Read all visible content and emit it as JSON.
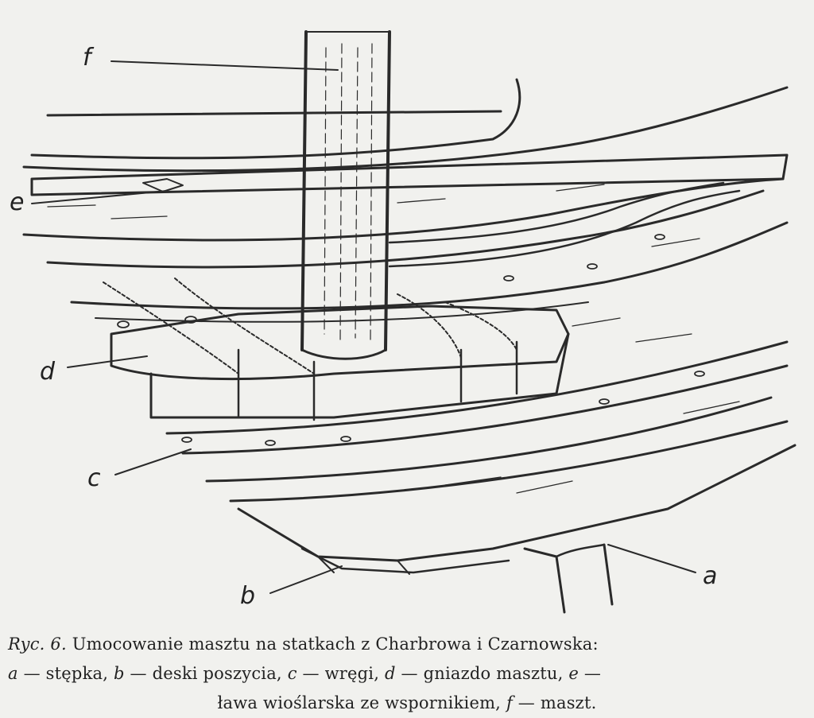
{
  "figure": {
    "labels": {
      "a": "a",
      "b": "b",
      "c": "c",
      "d": "d",
      "e": "e",
      "f": "f"
    }
  },
  "caption": {
    "fig_prefix": "Ryc. 6.",
    "title": "Umocowanie masztu na statkach z Charbrowa i Czarnowska:",
    "line2": {
      "a_key": "a",
      "a_text": " — stępka, ",
      "b_key": "b",
      "b_text": " — deski poszycia, ",
      "c_key": "c",
      "c_text": " — wręgi, ",
      "d_key": "d",
      "d_text": " — gniazdo masztu, ",
      "e_key": "e",
      "e_text": " —"
    },
    "line3": {
      "e_text": "ława wioślarska ze wspornikiem, ",
      "f_key": "f",
      "f_text": " — maszt."
    }
  },
  "colors": {
    "ink": "#222222",
    "paper": "#f1f1ee"
  }
}
